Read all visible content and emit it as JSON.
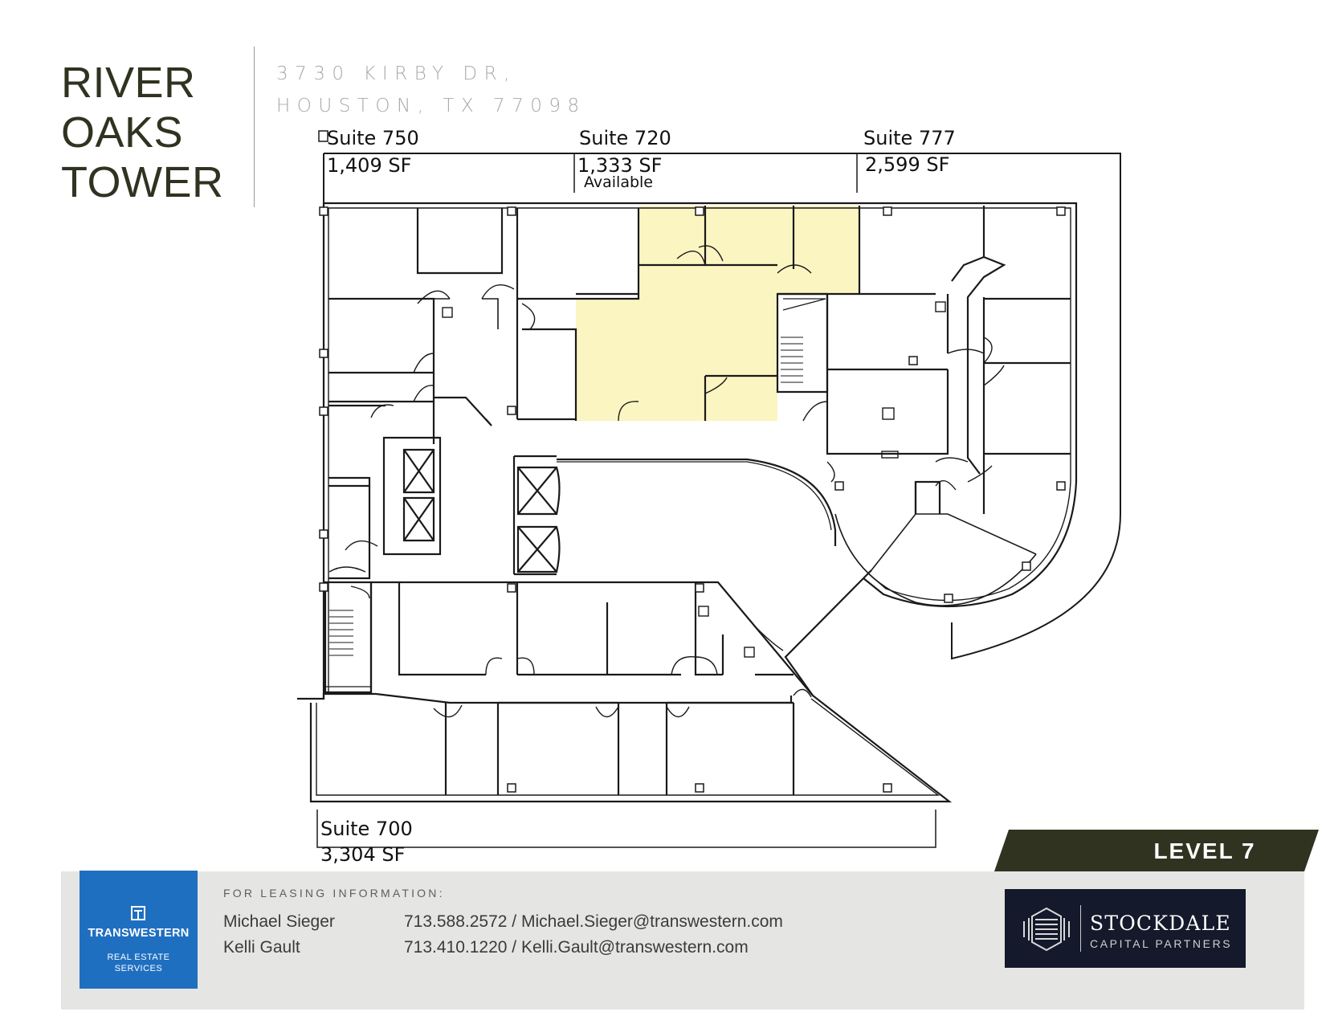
{
  "building": {
    "title_lines": [
      "RIVER",
      "OAKS",
      "TOWER"
    ],
    "address_lines": [
      "3730 KIRBY DR,",
      "HOUSTON, TX 77098"
    ]
  },
  "suites": [
    {
      "name": "Suite 750",
      "area": "1,409 SF",
      "status": ""
    },
    {
      "name": "Suite 720",
      "area": "1,333 SF",
      "status": "Available"
    },
    {
      "name": "Suite 777",
      "area": "2,599 SF",
      "status": ""
    },
    {
      "name": "Suite 700",
      "area": "3,304 SF",
      "status": ""
    }
  ],
  "level": "LEVEL 7",
  "colors": {
    "available_fill": "#fbf5c2",
    "brand_dark": "#2f3320",
    "transwestern_blue": "#1f6fc1",
    "stockdale_navy": "#14192b",
    "footer_gray": "#e5e5e3"
  },
  "leasing": {
    "heading": "FOR LEASING INFORMATION:",
    "contacts": [
      {
        "name": "Michael  Sieger",
        "info": "713.588.2572 / Michael.Sieger@transwestern.com"
      },
      {
        "name": "Kelli Gault",
        "info": "713.410.1220 / Kelli.Gault@transwestern.com"
      }
    ]
  },
  "logos": {
    "transwestern": {
      "name": "TRANSWESTERN",
      "sub_lines": [
        "REAL ESTATE",
        "SERVICES"
      ]
    },
    "stockdale": {
      "name": "STOCKDALE",
      "sub": "CAPITAL PARTNERS"
    }
  }
}
